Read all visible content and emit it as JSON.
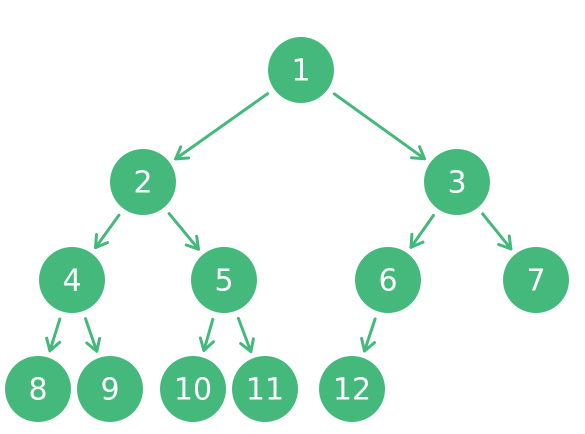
{
  "colors": {
    "node_fill": "#45b97c",
    "edge": "#45b97c",
    "label": "#ffffff",
    "background": "#ffffff"
  },
  "nodes": [
    {
      "id": 1,
      "label": "1"
    },
    {
      "id": 2,
      "label": "2"
    },
    {
      "id": 3,
      "label": "3"
    },
    {
      "id": 4,
      "label": "4"
    },
    {
      "id": 5,
      "label": "5"
    },
    {
      "id": 6,
      "label": "6"
    },
    {
      "id": 7,
      "label": "7"
    },
    {
      "id": 8,
      "label": "8"
    },
    {
      "id": 9,
      "label": "9"
    },
    {
      "id": 10,
      "label": "10"
    },
    {
      "id": 11,
      "label": "11"
    },
    {
      "id": 12,
      "label": "12"
    }
  ],
  "edges": [
    {
      "from": 1,
      "to": 2
    },
    {
      "from": 1,
      "to": 3
    },
    {
      "from": 2,
      "to": 4
    },
    {
      "from": 2,
      "to": 5
    },
    {
      "from": 3,
      "to": 6
    },
    {
      "from": 3,
      "to": 7
    },
    {
      "from": 4,
      "to": 8
    },
    {
      "from": 4,
      "to": 9
    },
    {
      "from": 5,
      "to": 10
    },
    {
      "from": 5,
      "to": 11
    },
    {
      "from": 6,
      "to": 12
    }
  ]
}
